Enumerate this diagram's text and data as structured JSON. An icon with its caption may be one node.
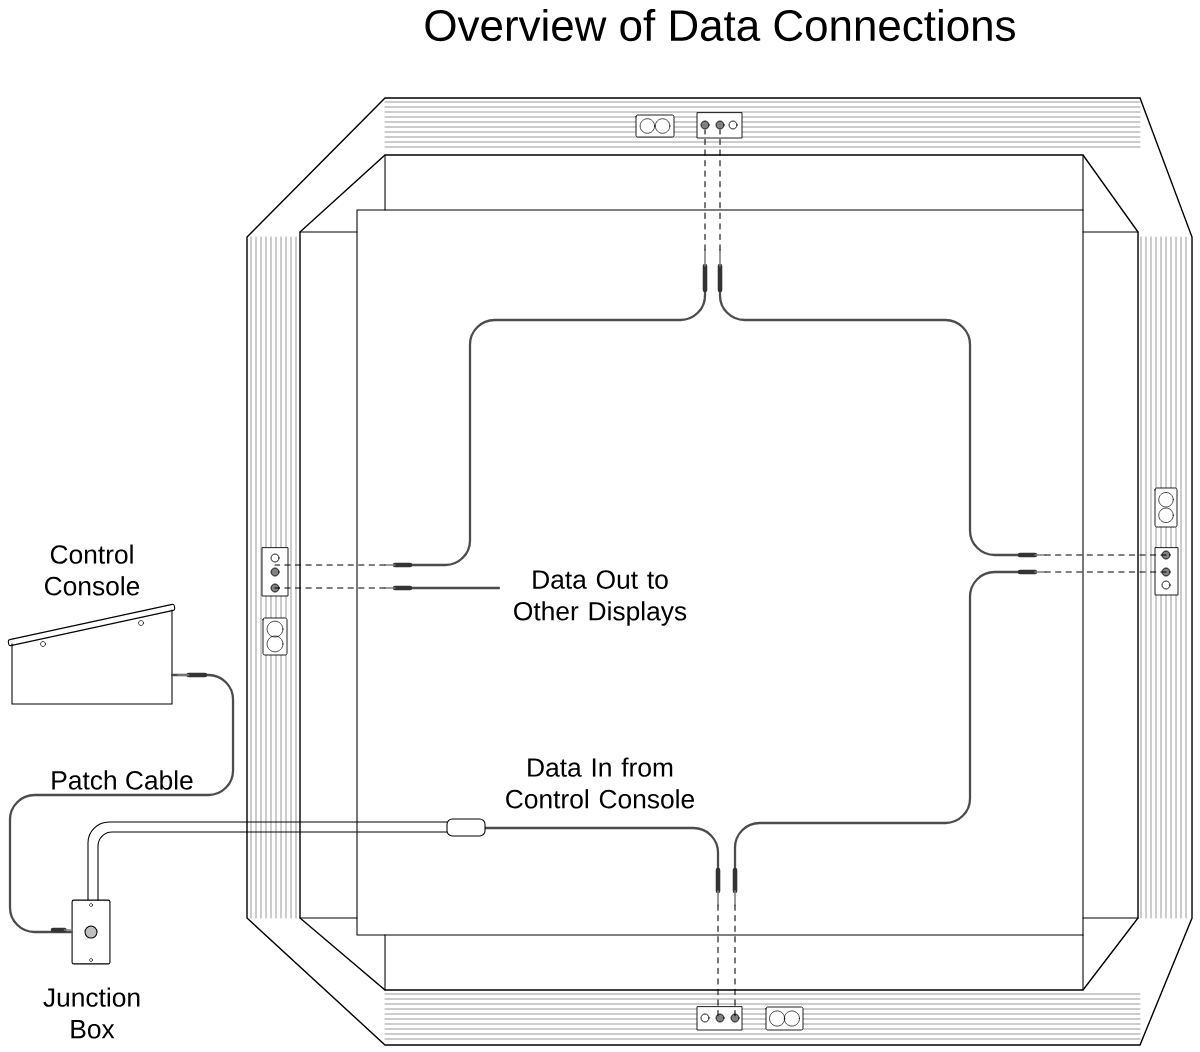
{
  "diagram": {
    "title": "Overview of Data Connections",
    "nodes": [
      {
        "text": [
          "Control Console"
        ]
      },
      {
        "text": [
          "Junction Box"
        ]
      }
    ],
    "edges": [
      {
        "from": 0,
        "to": 1,
        "arrow": "none",
        "label": "Patch Cable"
      }
    ],
    "labels": [
      "Data Out to Other Displays",
      "Data In from Control Console"
    ]
  }
}
